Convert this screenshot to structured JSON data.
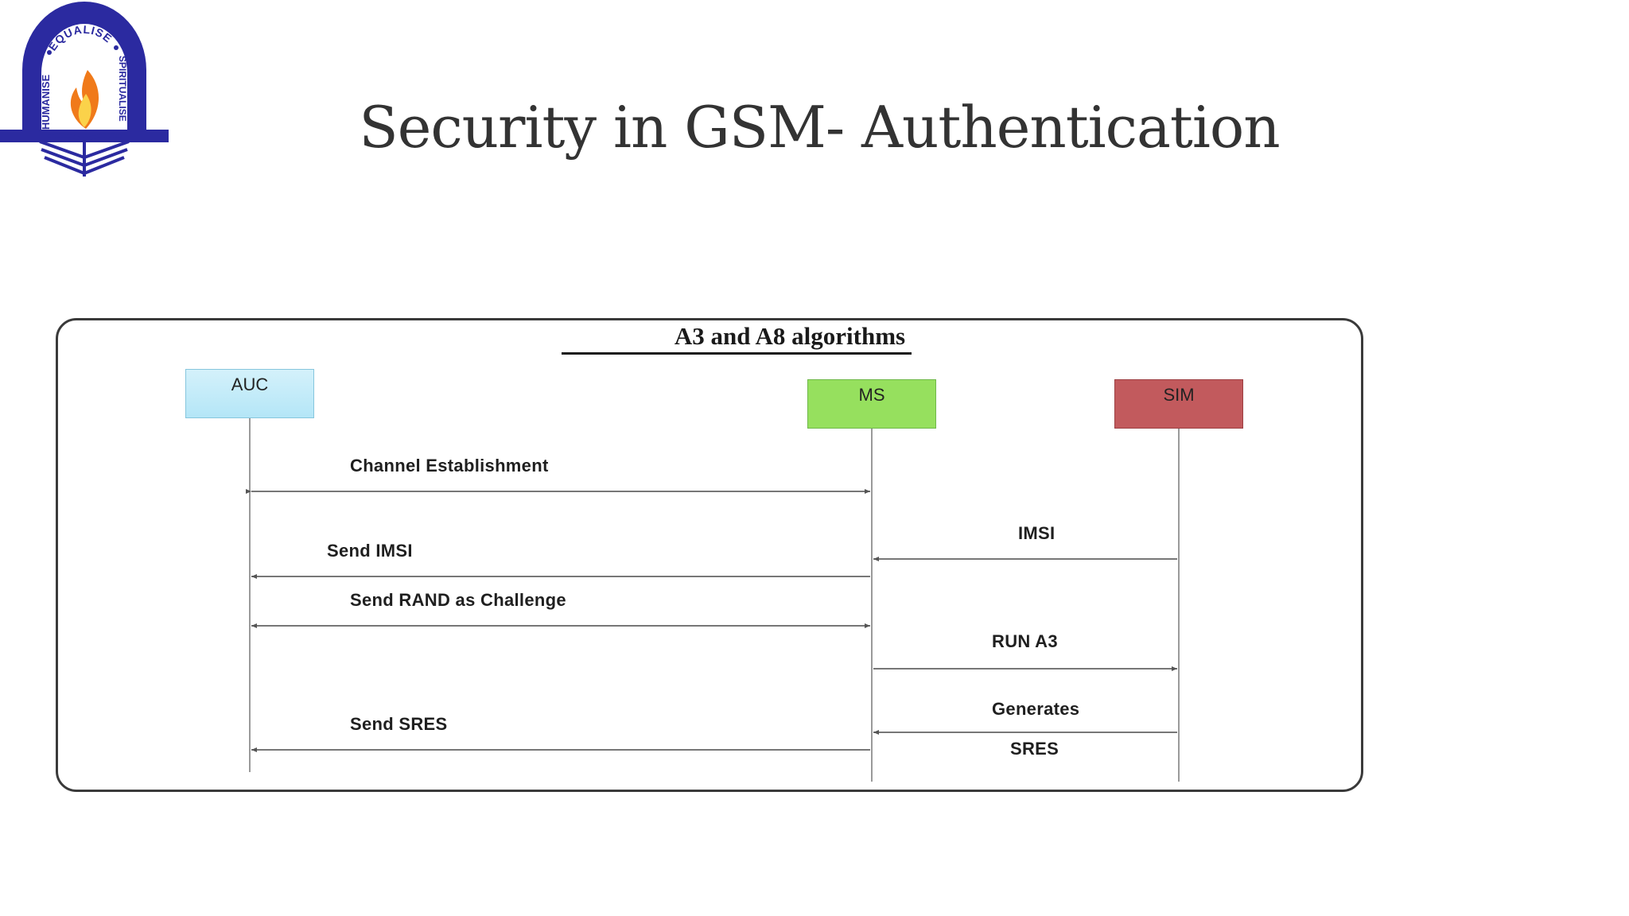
{
  "slide": {
    "title": "Security in GSM- Authentication"
  },
  "logo": {
    "motto_top": "EQUALISE",
    "motto_left": "HUMANISE",
    "motto_right": "SPIRITUALISE",
    "colors": {
      "arch": "#2b2aa0",
      "flame_outer": "#f07a1a",
      "flame_inner": "#fbd24a"
    }
  },
  "diagram": {
    "title": "A3 and A8 algorithms",
    "entities": {
      "auc": {
        "label": "AUC",
        "color": "#c4ecf9"
      },
      "ms": {
        "label": "MS",
        "color": "#96e05e"
      },
      "sim": {
        "label": "SIM",
        "color": "#c25a5d"
      }
    },
    "messages": {
      "channel": "Channel Establishment",
      "send_imsi": "Send IMSI",
      "imsi": "IMSI",
      "send_rand": "Send RAND as Challenge",
      "run_a3": "RUN A3",
      "generates": "Generates",
      "sres": "SRES",
      "send_sres": "Send SRES"
    }
  }
}
